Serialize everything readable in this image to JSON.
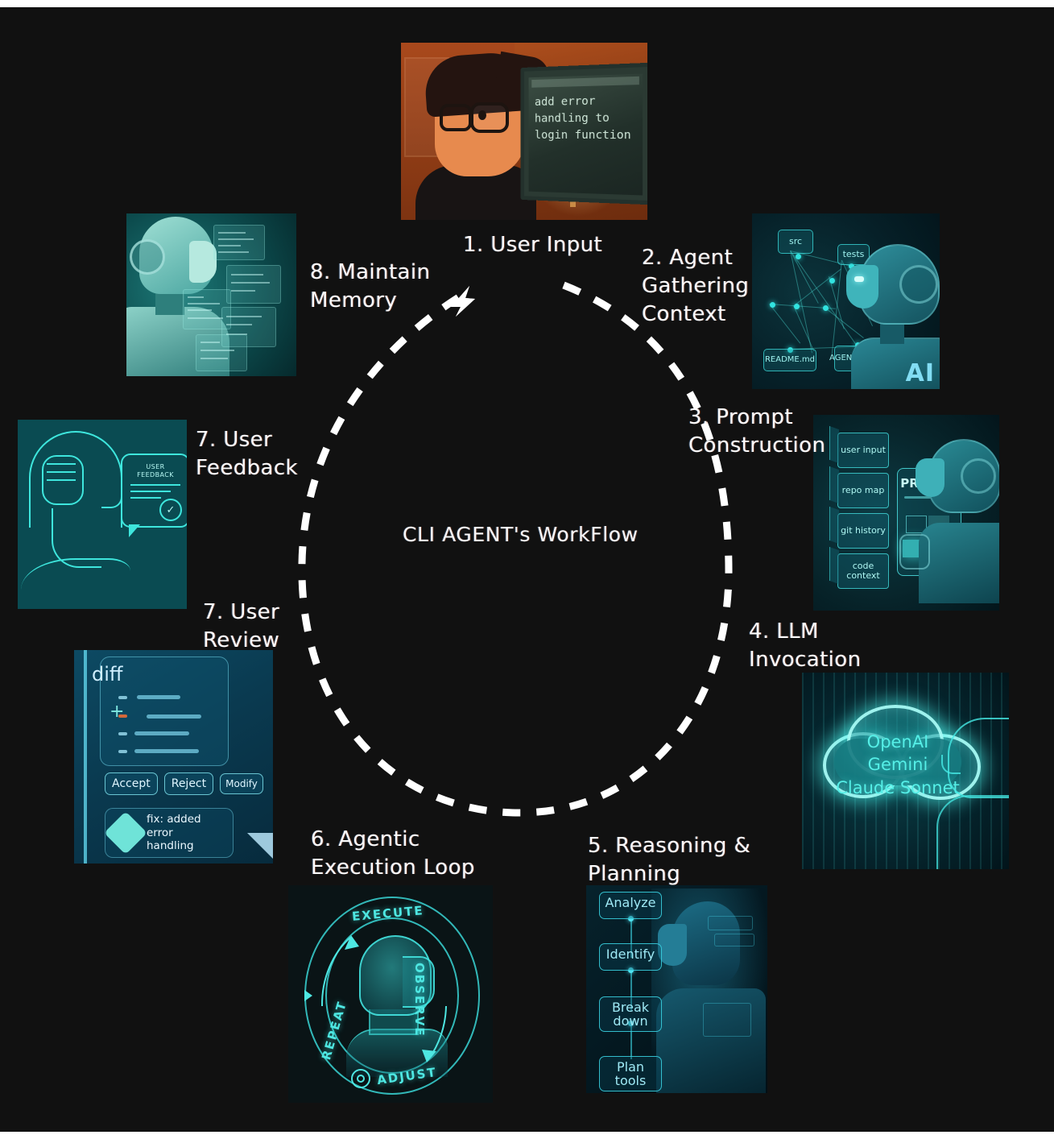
{
  "diagram": {
    "center_title": "CLI AGENT's WorkFlow",
    "background_color": "#111111",
    "accent_color": "#3ee6dd",
    "arrow_color": "#ffffff",
    "loop_style": "dashed teardrop with arrowhead at top-left"
  },
  "steps": [
    {
      "id": "step-1",
      "label": "1. User Input"
    },
    {
      "id": "step-2",
      "label": "2. Agent\nGathering\nContext"
    },
    {
      "id": "step-3",
      "label": "3. Prompt\nConstruction"
    },
    {
      "id": "step-4",
      "label": "4. LLM\nInvocation"
    },
    {
      "id": "step-5",
      "label": "5. Reasoning &\nPlanning"
    },
    {
      "id": "step-6",
      "label": "6. Agentic\nExecution Loop"
    },
    {
      "id": "step-7",
      "label": "7. User\nReview"
    },
    {
      "id": "step-8",
      "label": "7. User\nFeedback"
    },
    {
      "id": "step-9",
      "label": "8. Maintain\nMemory"
    }
  ],
  "panels": {
    "user_input": {
      "terminal_text": "add error\nhandling to\nlogin function"
    },
    "context_graph": {
      "nodes": [
        "src",
        "tests",
        "README.md",
        "AGENTS.md"
      ],
      "watermark": "AI"
    },
    "prompt_construction": {
      "inputs": [
        "user\ninput",
        "repo\nmap",
        "git\nhistory",
        "code\ncontext"
      ],
      "output_card": "PROMPT"
    },
    "llm_invocation": {
      "cloud_models": "OpenAI\nGemini\nClaude Sonnet"
    },
    "reasoning_planning": {
      "stages": [
        "Analyze",
        "Identify",
        "Break\ndown",
        "Plan\ntools"
      ]
    },
    "execution_loop": {
      "phases": [
        "EXECUTE",
        "OBSERVE",
        "ADJUST",
        "REPEAT"
      ]
    },
    "user_review": {
      "title": "diff",
      "buttons": [
        "Accept",
        "Reject",
        "Modify"
      ],
      "commit_message": "fix: added error\nhandling"
    },
    "user_feedback": {
      "bubble_title": "USER\nFEEDBACK",
      "check_glyph": "✓"
    },
    "maintain_memory": {
      "description": "robot viewing floating code memory cards"
    }
  }
}
